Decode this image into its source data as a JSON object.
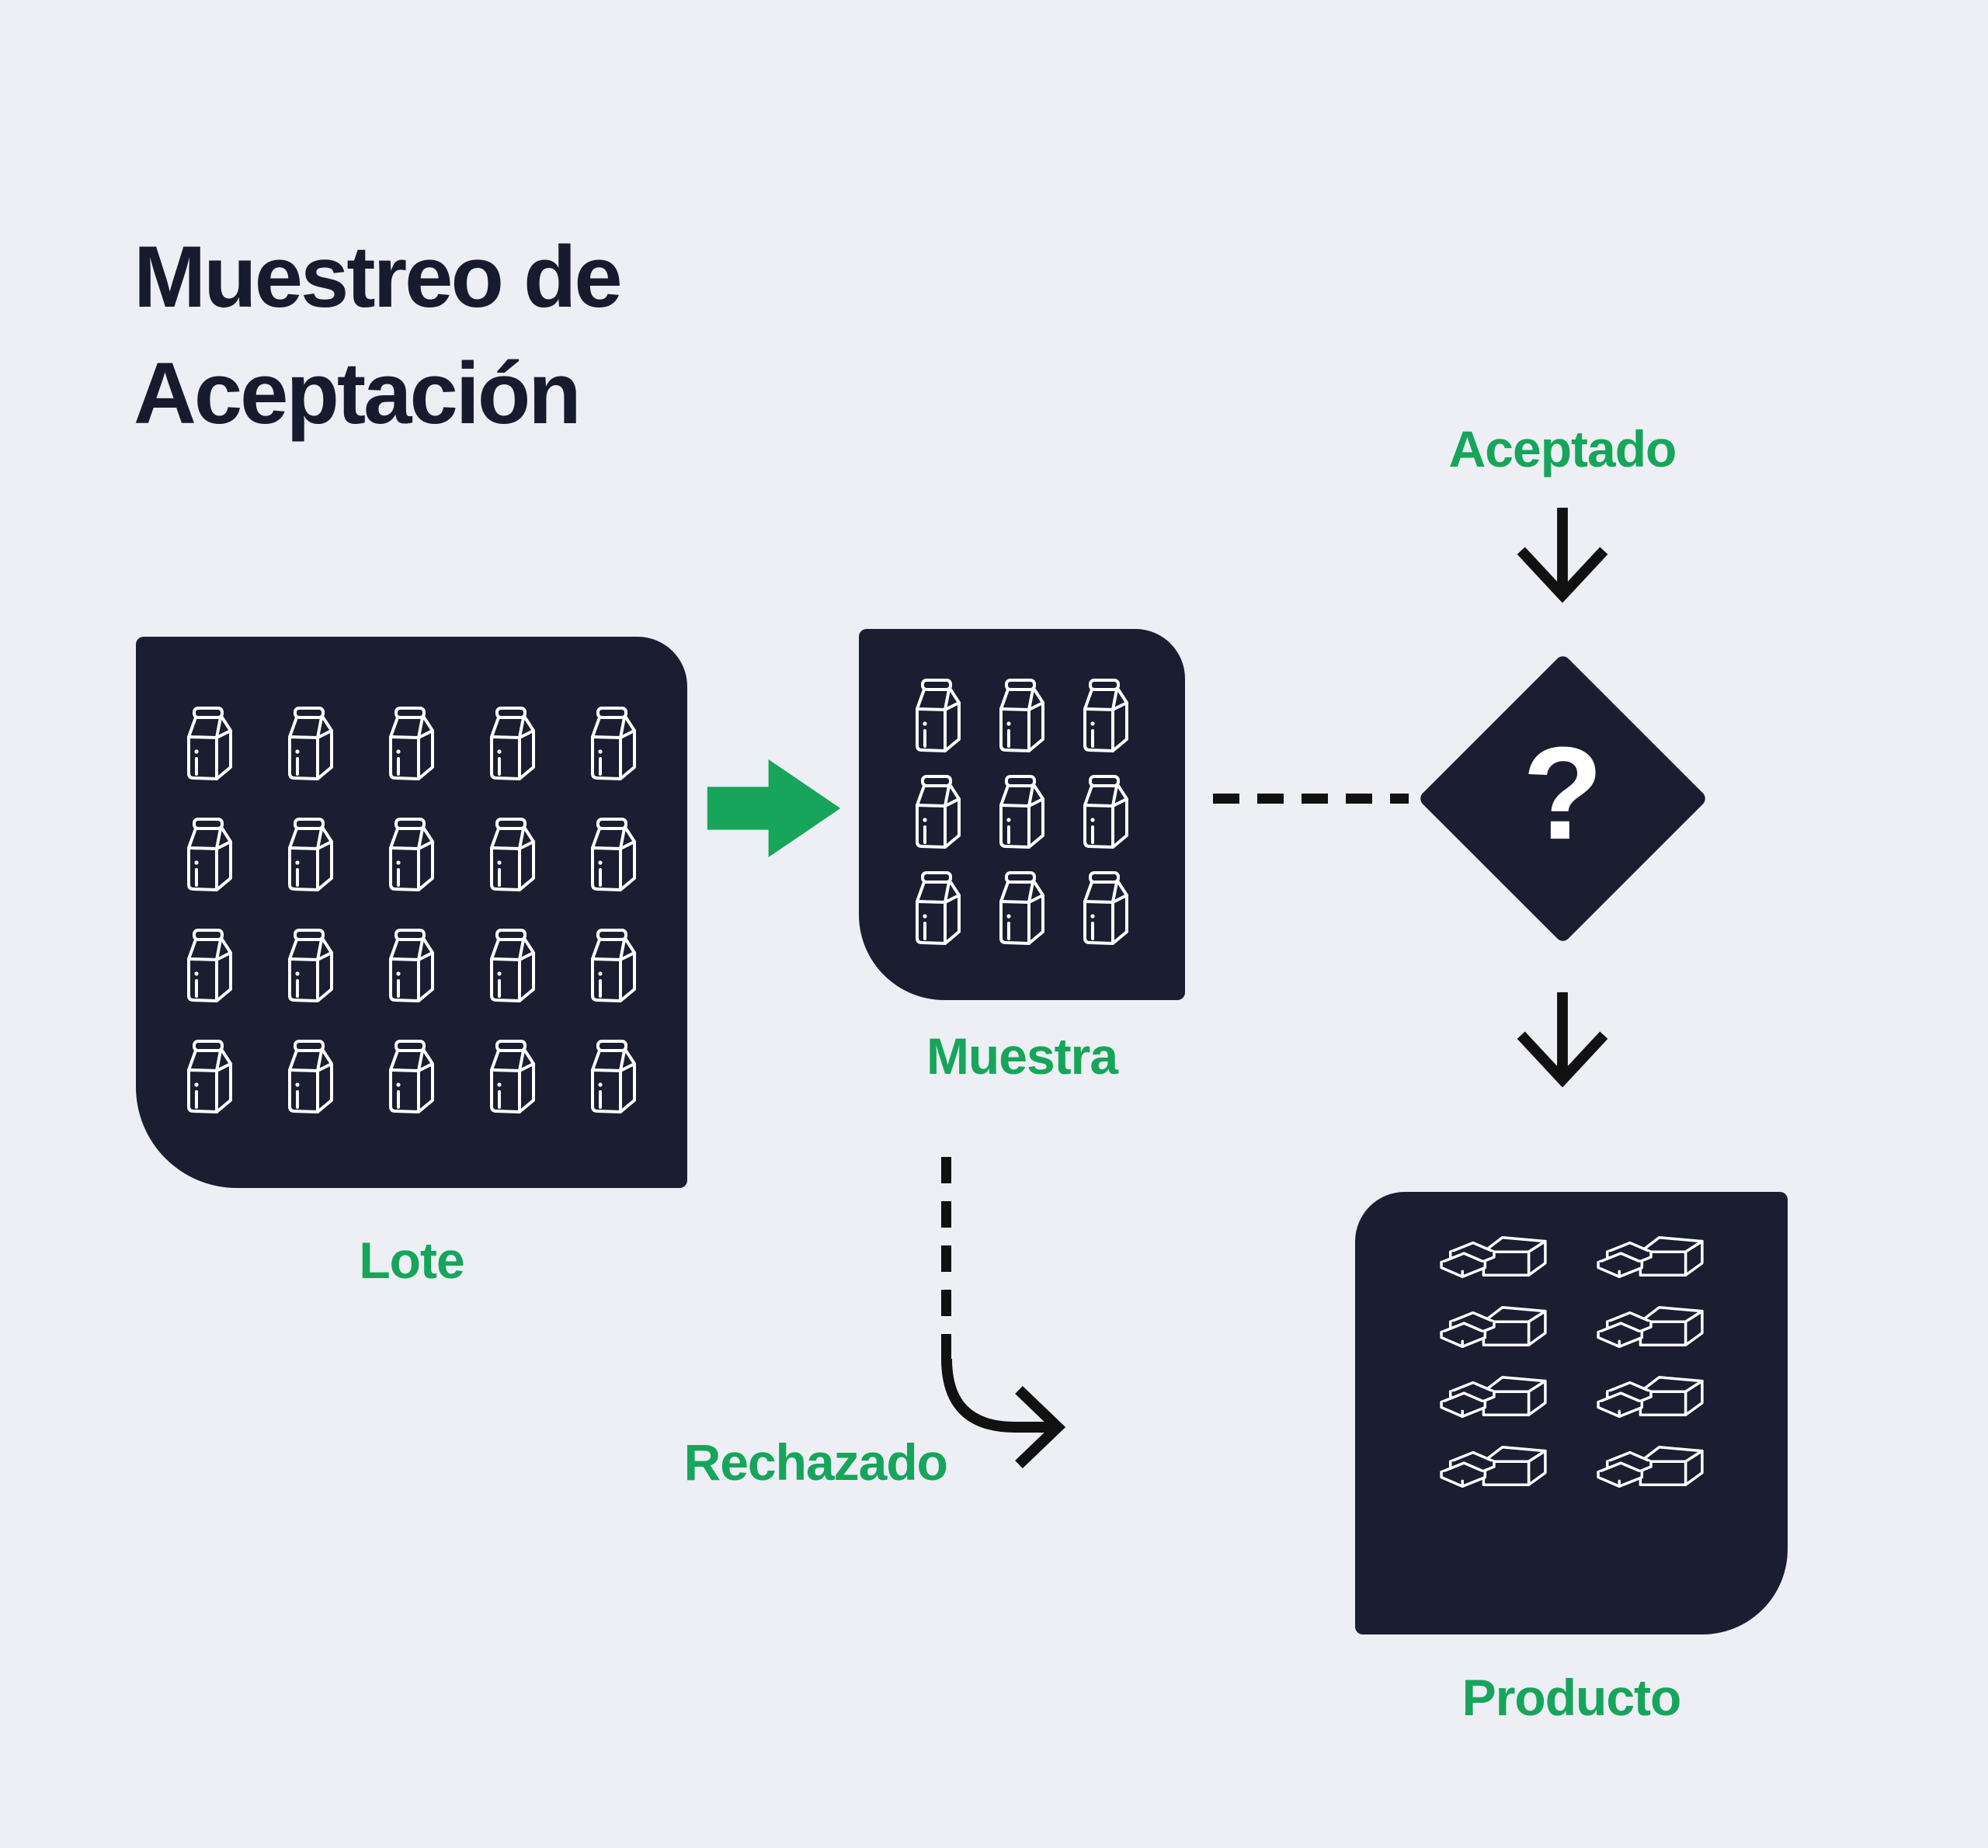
{
  "title": {
    "line1": "Muestreo de",
    "line2": "Aceptación"
  },
  "labels": {
    "lot": "Lote",
    "sample": "Muestra",
    "accepted": "Aceptado",
    "rejected": "Rechazado",
    "product": "Producto"
  },
  "decision": {
    "symbol": "?"
  },
  "counts": {
    "lot": {
      "rows": 4,
      "cols": 5,
      "total": 20
    },
    "sample": {
      "rows": 3,
      "cols": 3,
      "total": 9
    },
    "product": {
      "rows": 4,
      "cols": 2,
      "total": 8
    }
  },
  "colors": {
    "background": "#EDEFF4",
    "panel": "#1A1E30",
    "accent_green": "#16A55B",
    "title_text": "#171B2D",
    "line_black": "#111111",
    "icon_stroke": "#FFFFFF"
  }
}
